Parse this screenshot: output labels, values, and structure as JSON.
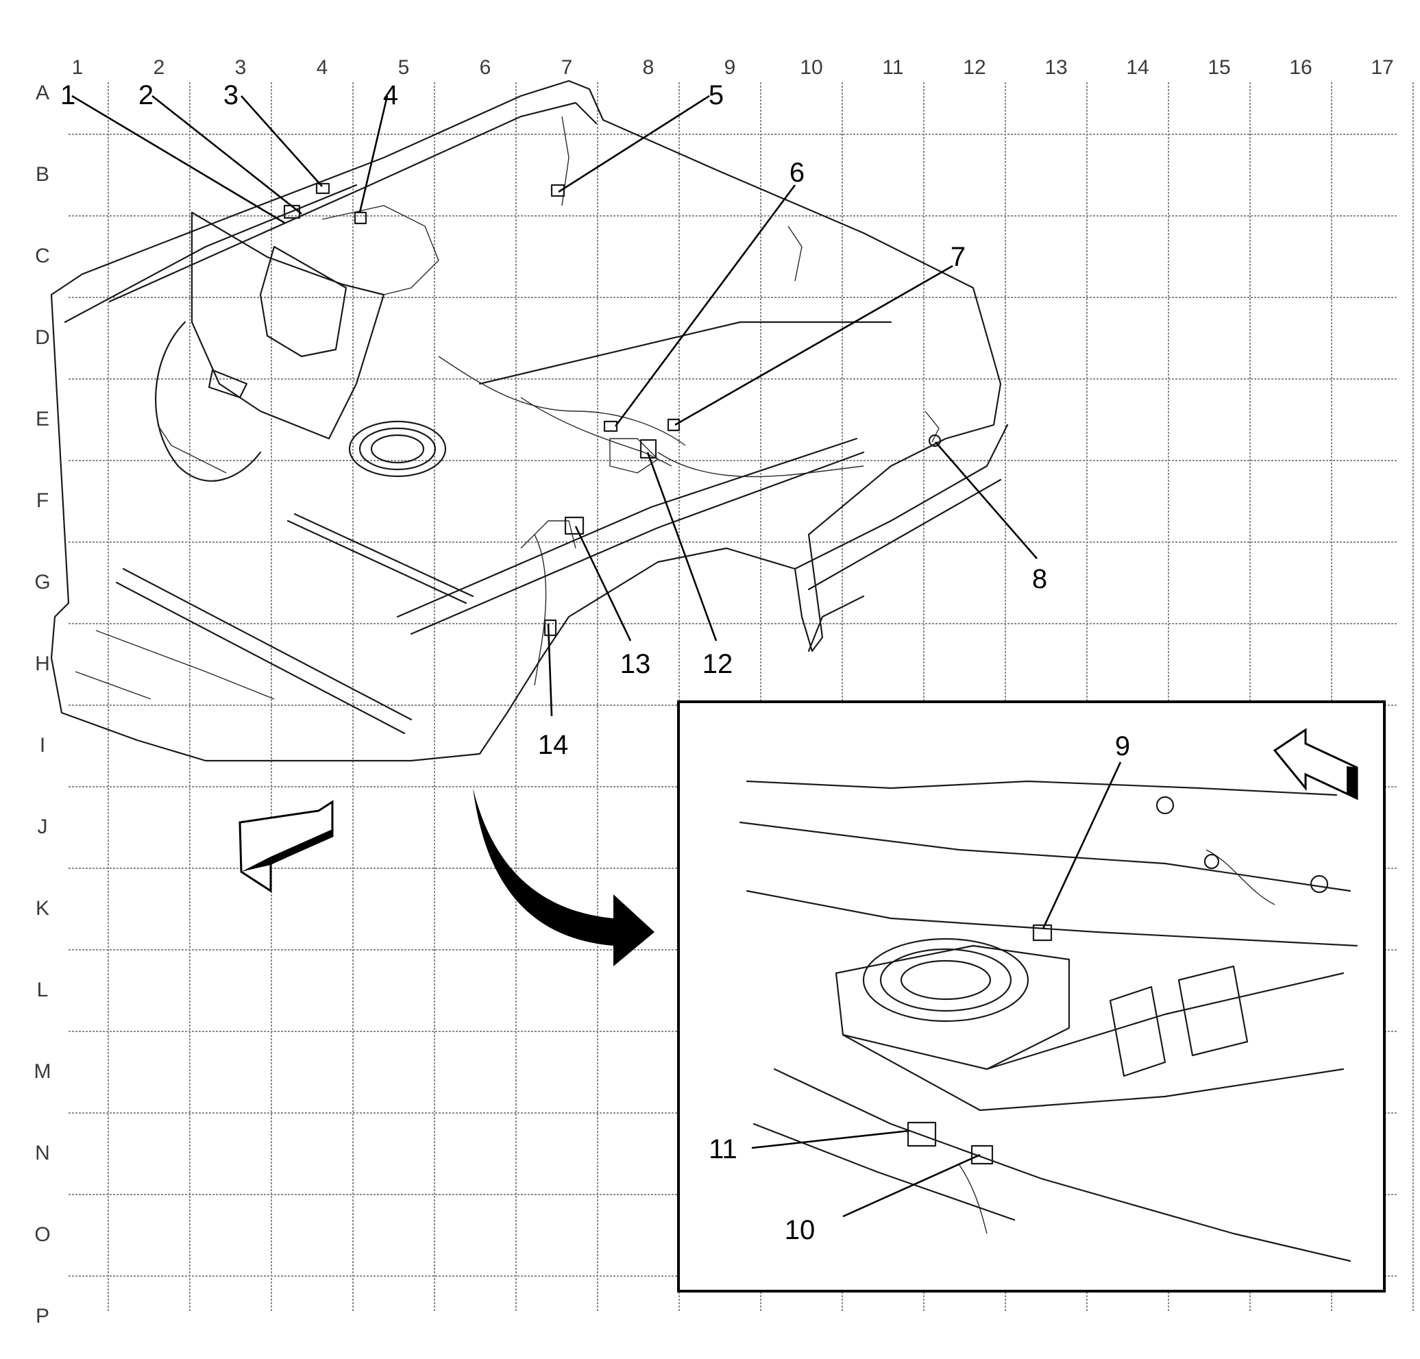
{
  "grid": {
    "columns": [
      "1",
      "2",
      "3",
      "4",
      "5",
      "6",
      "7",
      "8",
      "9",
      "10",
      "11",
      "12",
      "13",
      "14",
      "15",
      "16",
      "17"
    ],
    "rows": [
      "A",
      "B",
      "C",
      "D",
      "E",
      "F",
      "G",
      "H",
      "I",
      "J",
      "K",
      "L",
      "M",
      "N",
      "O",
      "P"
    ]
  },
  "callouts": [
    {
      "id": "c1",
      "text": "1"
    },
    {
      "id": "c2",
      "text": "2"
    },
    {
      "id": "c3",
      "text": "3"
    },
    {
      "id": "c4",
      "text": "4"
    },
    {
      "id": "c5",
      "text": "5"
    },
    {
      "id": "c6",
      "text": "6"
    },
    {
      "id": "c7",
      "text": "7"
    },
    {
      "id": "c8",
      "text": "8"
    },
    {
      "id": "c9",
      "text": "9"
    },
    {
      "id": "c10",
      "text": "10"
    },
    {
      "id": "c11",
      "text": "11"
    },
    {
      "id": "c12",
      "text": "12"
    },
    {
      "id": "c13",
      "text": "13"
    },
    {
      "id": "c14",
      "text": "14"
    }
  ],
  "icons": {
    "direction_arrow_main": "front-direction-arrow-icon",
    "direction_arrow_inset": "front-direction-arrow-icon",
    "detail_arrow": "curved-detail-arrow-icon"
  }
}
